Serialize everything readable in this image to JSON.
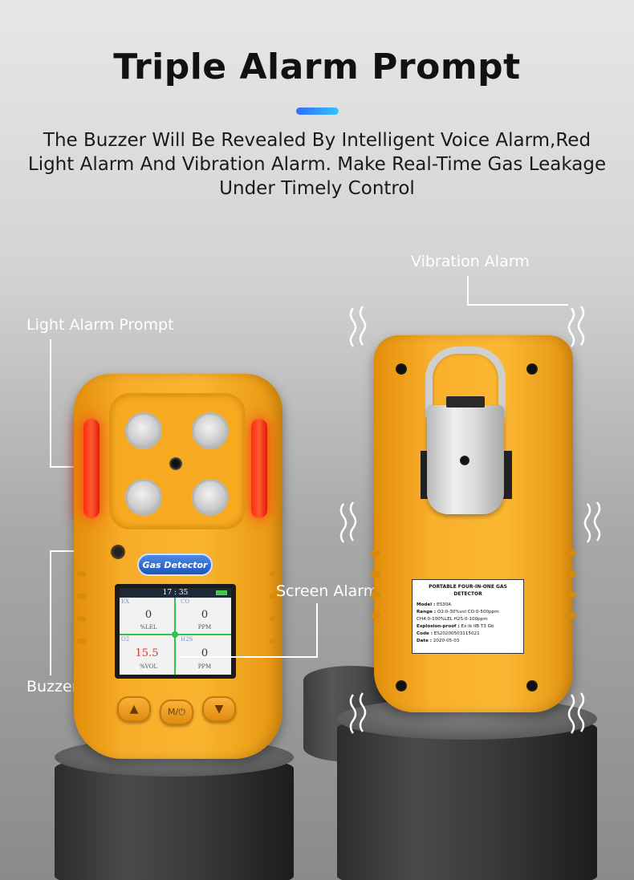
{
  "header": {
    "title": "Triple Alarm Prompt",
    "subtitle": "The Buzzer Will Be Revealed By Intelligent Voice Alarm,Red Light Alarm And Vibration Alarm. Make Real-Time Gas Leakage Under Timely Control",
    "accent_gradient": [
      "#2f6cff",
      "#36c4ff"
    ]
  },
  "callouts": {
    "vibration": "Vibration Alarm",
    "light": "Light Alarm Prompt",
    "screen": "Screen Alarm",
    "buzzer": "Buzzer Sounds Alarm"
  },
  "front_device": {
    "badge": "Gas Detector",
    "screen": {
      "time": "17 : 35",
      "cells": [
        {
          "tag": "EX",
          "value": "0",
          "unit": "%LEL"
        },
        {
          "tag": "CO",
          "value": "0",
          "unit": "PPM"
        },
        {
          "tag": "O2",
          "value": "15.5",
          "unit": "%VOL"
        },
        {
          "tag": "H2S",
          "value": "0",
          "unit": "PPM"
        }
      ]
    },
    "buttons": [
      "▲",
      "M/⏻",
      "▼"
    ],
    "colors": {
      "body": "#f8ad2a",
      "alarm_light": "#ff2c14",
      "grid": "#2ec44b",
      "alarm_value": "#e0302a"
    }
  },
  "back_device": {
    "label": {
      "title": "PORTABLE FOUR-IN-ONE GAS DETECTOR",
      "model_label": "Model :",
      "model": "ES30A",
      "range_label": "Range :",
      "range_line1": "O2:0-30%vol  CO:0-500ppm",
      "range_line2": "CH4:0-100%LEL  H2S:0-100ppm",
      "explosion_label": "Explosion-proof :",
      "explosion": "Ex ib IIB T3 Gb",
      "code_label": "Code :",
      "code": "ES20200503115021",
      "date_label": "Date :",
      "date": "2020-05-03"
    }
  }
}
